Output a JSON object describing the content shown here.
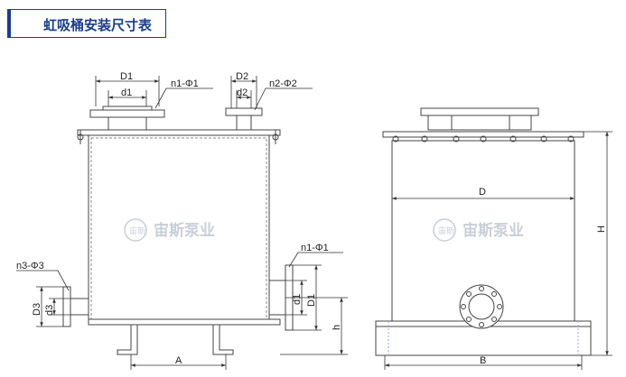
{
  "title": "虹吸桶安装尺寸表",
  "watermark": {
    "logo_text": "宙斯",
    "brand": "宙斯泵业"
  },
  "front_view": {
    "top_left_flange": {
      "outer": "D1",
      "inner": "d1",
      "bolts": "n1-Φ1"
    },
    "top_right_flange": {
      "outer": "D2",
      "inner": "d2",
      "bolts": "n2-Φ2"
    },
    "left_outlet": {
      "outer": "D3",
      "inner": "d3",
      "bolts": "n3-Φ3"
    },
    "right_inlet": {
      "outer": "D1",
      "inner": "d1",
      "bolts": "n1-Φ1"
    },
    "height_label": "h",
    "support_spacing_label": "A"
  },
  "side_view": {
    "diameter_label": "D",
    "height_label": "H",
    "base_width_label": "B"
  },
  "colors": {
    "title": "#1a3d8f",
    "line": "#444444",
    "dim": "#333333",
    "watermark": "#c9cfd8"
  }
}
